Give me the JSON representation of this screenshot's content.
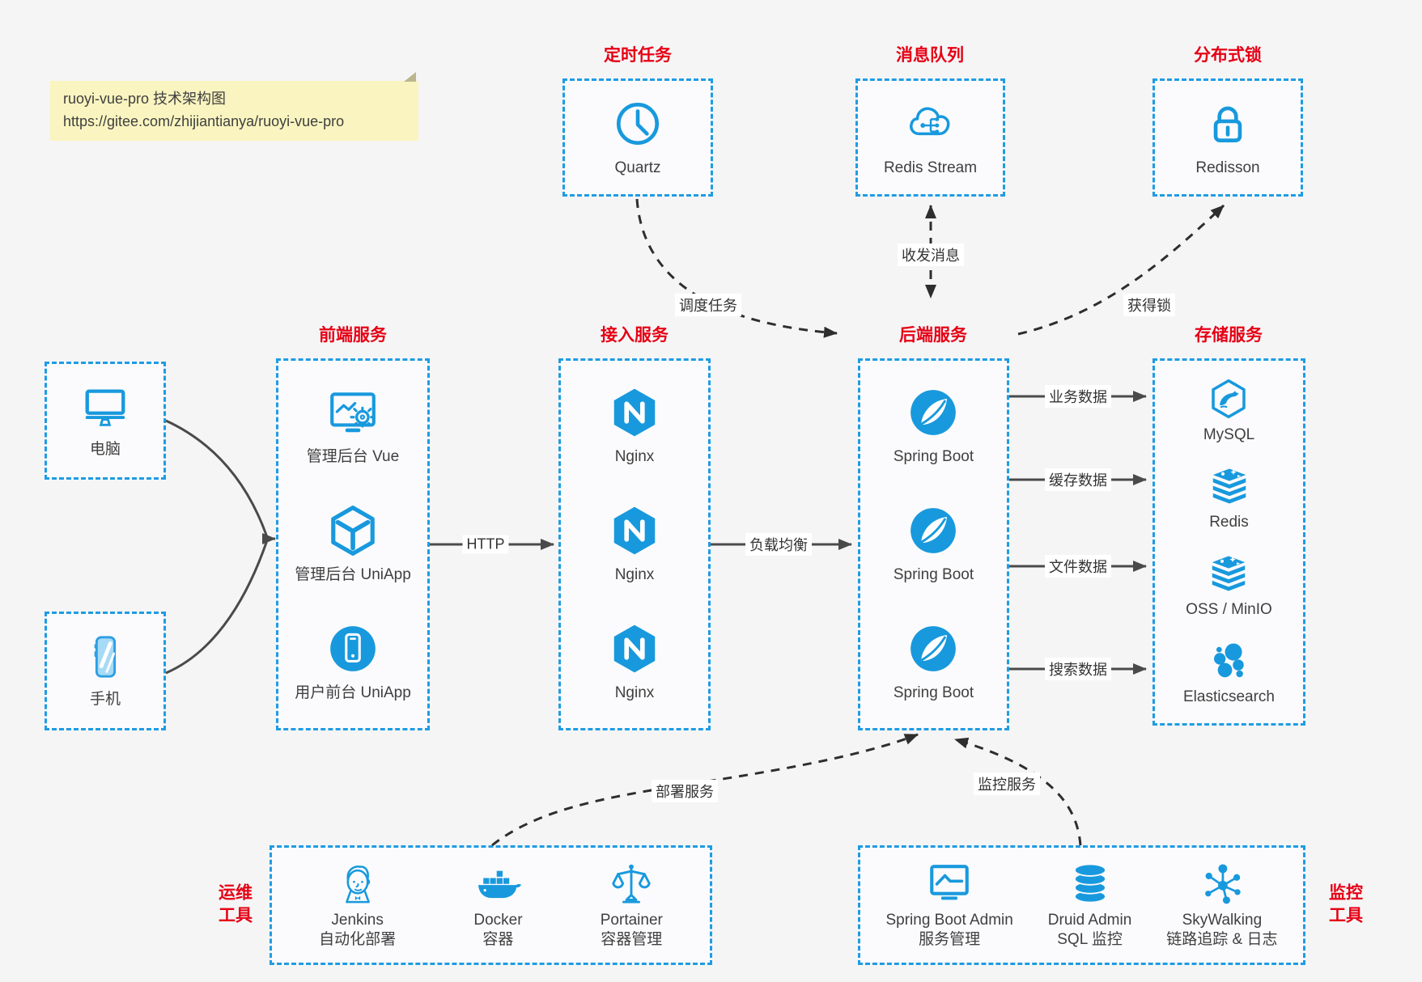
{
  "note": {
    "line1": "ruoyi-vue-pro 技术架构图",
    "line2": "https://gitee.com/zhijiantianya/ruoyi-vue-pro"
  },
  "colors": {
    "accent_blue": "#1899dd",
    "border_blue": "#1f9ce3",
    "title_red": "#e60014",
    "arrow_gray": "#4a4a4a",
    "arrow_dark": "#2e2e2e",
    "note_bg": "#faf5c0",
    "page_bg": "#f5f5f6"
  },
  "groups": {
    "scheduled": {
      "title": "定时任务",
      "items": [
        {
          "label": "Quartz",
          "icon": "clock-icon"
        }
      ]
    },
    "mq": {
      "title": "消息队列",
      "items": [
        {
          "label": "Redis Stream",
          "icon": "cloud-stream-icon"
        }
      ]
    },
    "lock": {
      "title": "分布式锁",
      "items": [
        {
          "label": "Redisson",
          "icon": "lock-icon"
        }
      ]
    },
    "clients": {
      "items": [
        {
          "label": "电脑",
          "icon": "desktop-icon"
        },
        {
          "label": "手机",
          "icon": "smartphone-icon"
        }
      ]
    },
    "frontend": {
      "title": "前端服务",
      "items": [
        {
          "label": "管理后台 Vue",
          "icon": "admin-monitor-icon"
        },
        {
          "label": "管理后台 UniApp",
          "icon": "cube-icon"
        },
        {
          "label": "用户前台 UniApp",
          "icon": "mobile-app-icon"
        }
      ]
    },
    "gateway": {
      "title": "接入服务",
      "items": [
        {
          "label": "Nginx",
          "icon": "nginx-icon"
        },
        {
          "label": "Nginx",
          "icon": "nginx-icon"
        },
        {
          "label": "Nginx",
          "icon": "nginx-icon"
        }
      ]
    },
    "backend": {
      "title": "后端服务",
      "items": [
        {
          "label": "Spring Boot",
          "icon": "spring-icon"
        },
        {
          "label": "Spring Boot",
          "icon": "spring-icon"
        },
        {
          "label": "Spring Boot",
          "icon": "spring-icon"
        }
      ]
    },
    "storage": {
      "title": "存储服务",
      "items": [
        {
          "label": "MySQL",
          "icon": "mysql-icon"
        },
        {
          "label": "Redis",
          "icon": "storage-stack-icon"
        },
        {
          "label": "OSS / MinIO",
          "icon": "storage-stack-icon"
        },
        {
          "label": "Elasticsearch",
          "icon": "elasticsearch-icon"
        }
      ]
    },
    "ops": {
      "title_line1": "运维",
      "title_line2": "工具",
      "items": [
        {
          "label": "Jenkins",
          "sublabel": "自动化部署",
          "icon": "jenkins-icon"
        },
        {
          "label": "Docker",
          "sublabel": "容器",
          "icon": "docker-icon"
        },
        {
          "label": "Portainer",
          "sublabel": "容器管理",
          "icon": "portainer-icon"
        }
      ]
    },
    "monitoring": {
      "title_line1": "监控",
      "title_line2": "工具",
      "items": [
        {
          "label": "Spring Boot Admin",
          "sublabel": "服务管理",
          "icon": "monitor-pulse-icon"
        },
        {
          "label": "Druid Admin",
          "sublabel": "SQL 监控",
          "icon": "database-icon"
        },
        {
          "label": "SkyWalking",
          "sublabel": "链路追踪 & 日志",
          "icon": "topology-icon"
        }
      ]
    }
  },
  "edges": {
    "http": "HTTP",
    "load_balance": "负载均衡",
    "business_data": "业务数据",
    "cache_data": "缓存数据",
    "file_data": "文件数据",
    "search_data": "搜索数据",
    "schedule_task": "调度任务",
    "send_receive_msg": "收发消息",
    "acquire_lock": "获得锁",
    "deploy_service": "部署服务",
    "monitor_service": "监控服务"
  }
}
